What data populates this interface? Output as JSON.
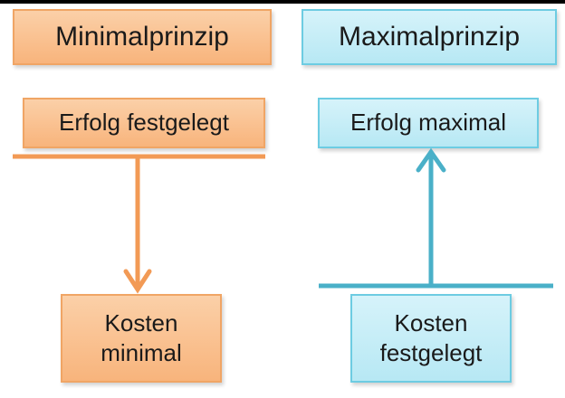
{
  "left": {
    "title": "Minimalprinzip",
    "fixed": "Erfolg festgelegt",
    "result_line1": "Kosten",
    "result_line2": "minimal"
  },
  "right": {
    "title": "Maximalprinzip",
    "result": "Erfolg maximal",
    "fixed_line1": "Kosten",
    "fixed_line2": "festgelegt"
  },
  "colors": {
    "orange_fill": "#f8b47c",
    "orange_border": "#f0a565",
    "orange_line": "#f29a55",
    "blue_fill": "#b7e8f4",
    "blue_border": "#6dcce2",
    "blue_line": "#4ab0c8"
  }
}
